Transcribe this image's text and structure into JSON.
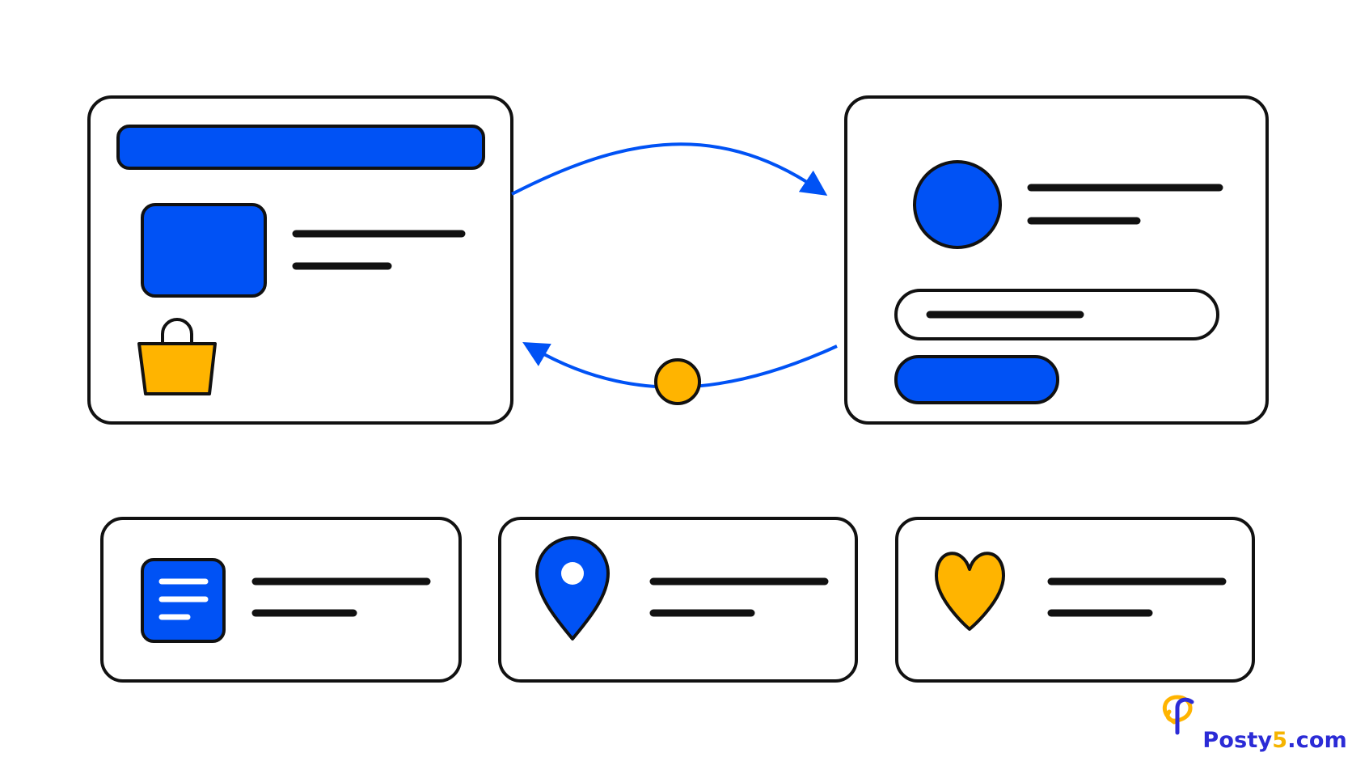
{
  "colors": {
    "blue": "#0052f5",
    "yellow": "#ffb400",
    "stroke": "#111111",
    "background": "#ffffff"
  },
  "diagram": {
    "left_card": {
      "header_bar": "blue",
      "image_block": "blue",
      "text_lines": 2,
      "icon": "shopping-basket-icon"
    },
    "right_card": {
      "avatar": "blue-circle",
      "text_lines": 2,
      "input_field": "outlined",
      "button": "blue-pill"
    },
    "arrows": [
      {
        "from": "left_card",
        "to": "right_card",
        "direction": "forward"
      },
      {
        "from": "right_card",
        "to": "left_card",
        "direction": "back",
        "marker": "yellow-dot"
      }
    ],
    "bottom_cards": [
      {
        "icon": "document-icon",
        "icon_color": "blue"
      },
      {
        "icon": "location-pin-icon",
        "icon_color": "blue"
      },
      {
        "icon": "heart-icon",
        "icon_color": "yellow"
      }
    ]
  },
  "brand": {
    "part_1": "Posty",
    "part_2": "5",
    "part_3": ".com"
  }
}
